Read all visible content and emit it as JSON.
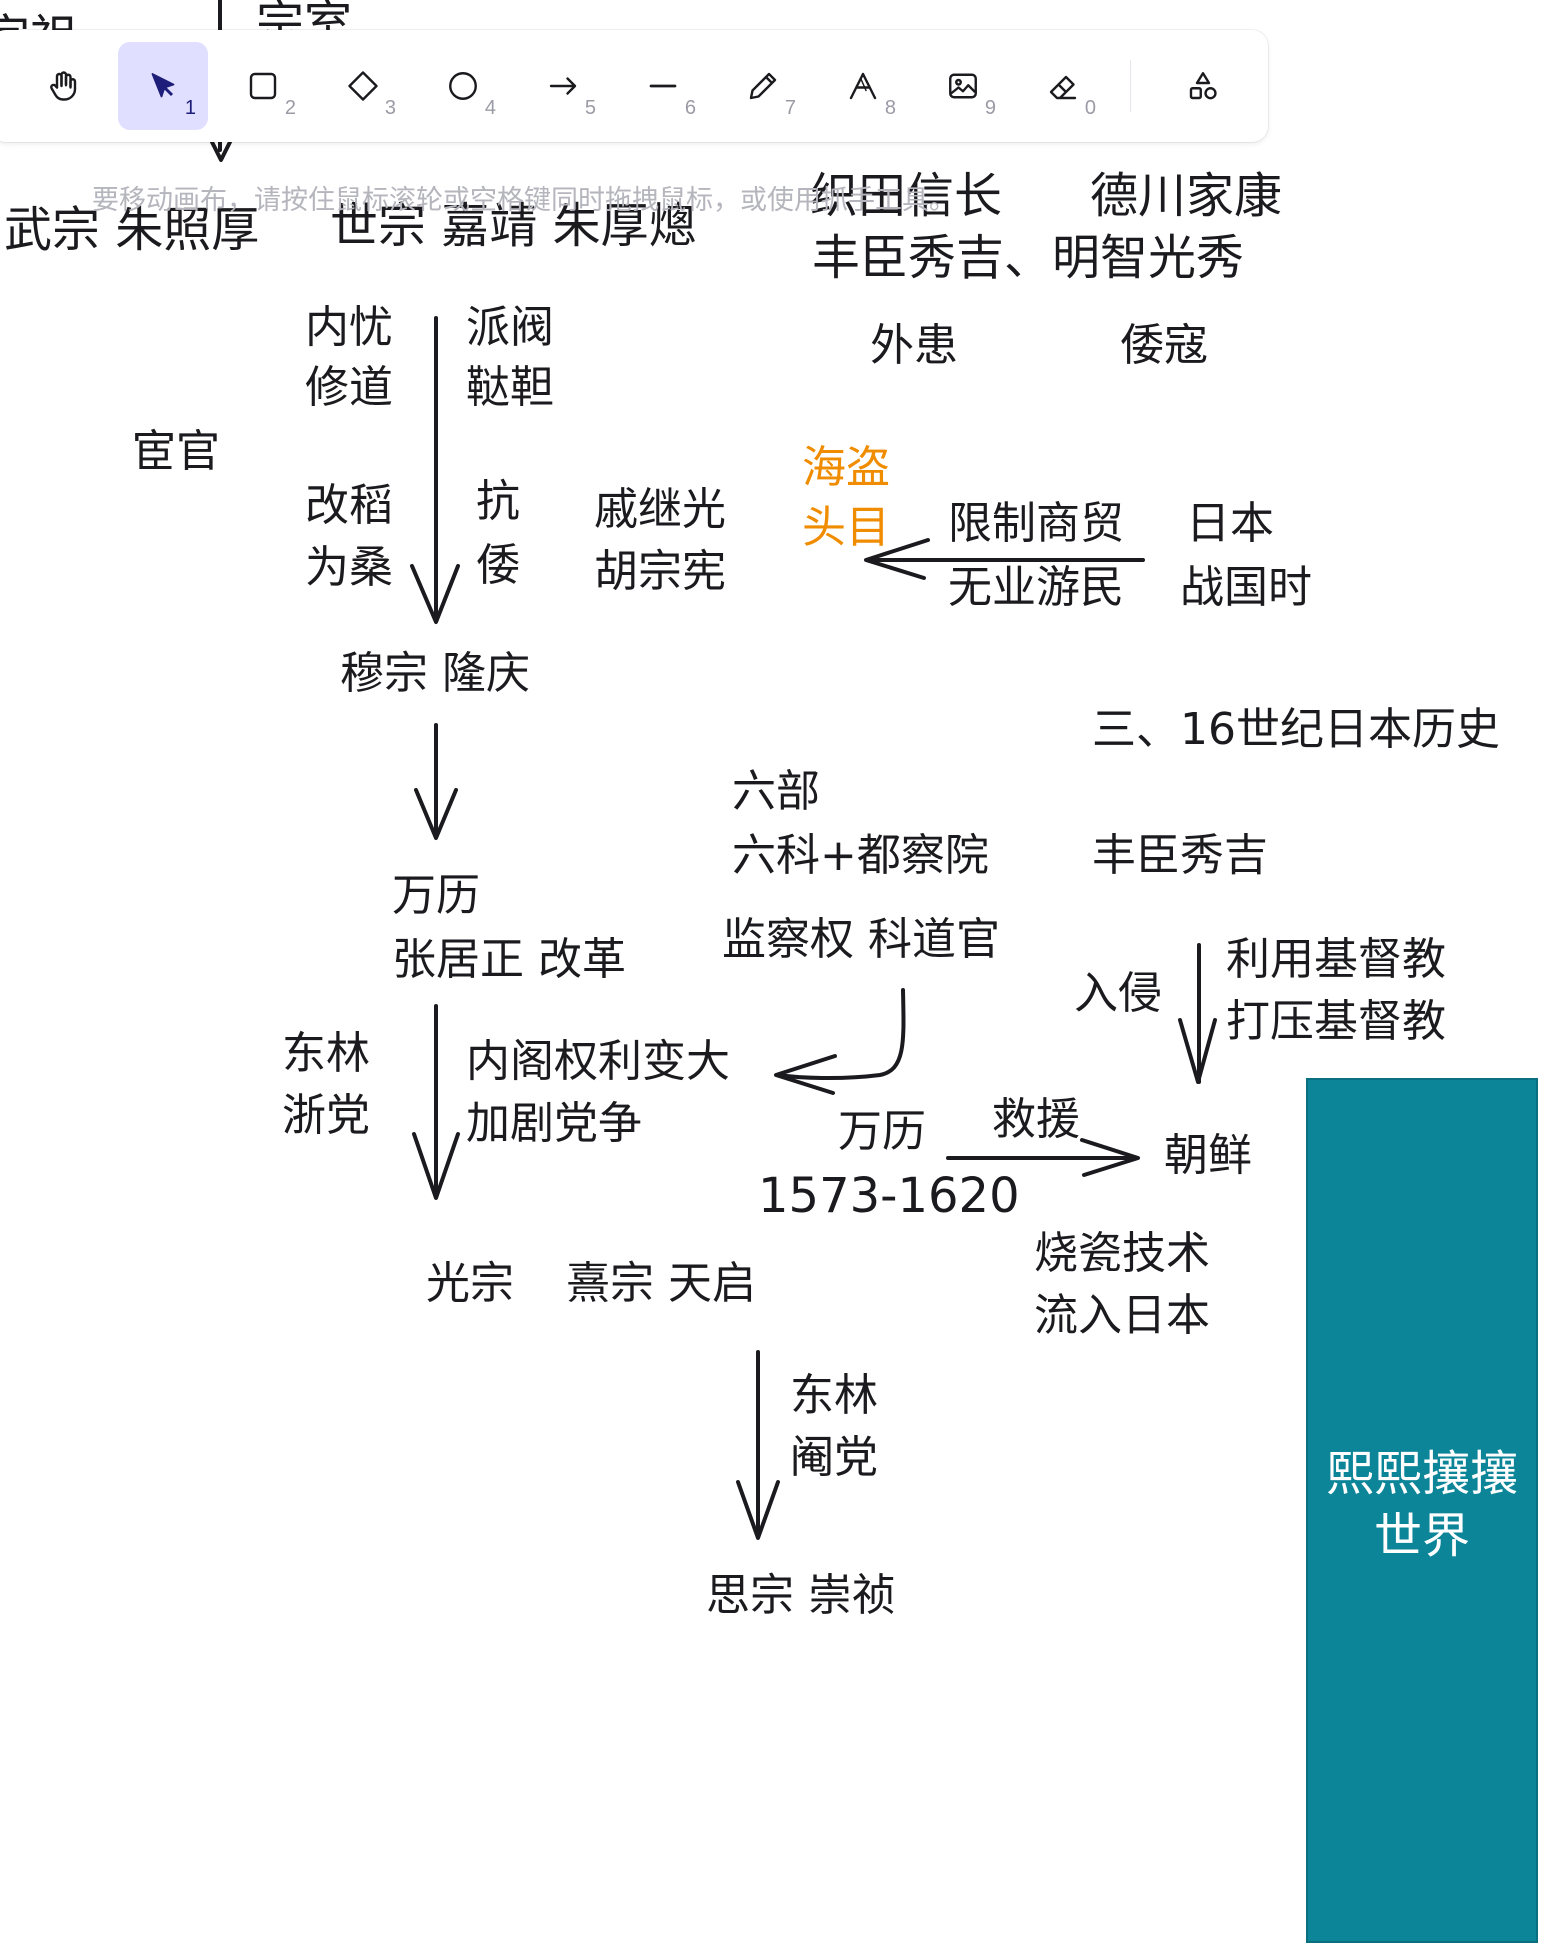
{
  "toolbar": {
    "tools": [
      {
        "name": "hand",
        "key": ""
      },
      {
        "name": "selection",
        "key": "1"
      },
      {
        "name": "rectangle",
        "key": "2"
      },
      {
        "name": "diamond",
        "key": "3"
      },
      {
        "name": "ellipse",
        "key": "4"
      },
      {
        "name": "arrow",
        "key": "5"
      },
      {
        "name": "line",
        "key": "6"
      },
      {
        "name": "draw",
        "key": "7"
      },
      {
        "name": "text",
        "key": "8"
      },
      {
        "name": "image",
        "key": "9"
      },
      {
        "name": "eraser",
        "key": "0"
      },
      {
        "name": "more-tools",
        "key": ""
      }
    ],
    "active_tool": "selection"
  },
  "hint": "要移动画布，请按住鼠标滚轮或空格键同时拖拽鼠标，或使用抓手工具。",
  "canvas": {
    "top_cut_left": "宗祖",
    "top_cut": "宗室",
    "wuzong": "武宗 朱照厚",
    "shizong": "世宗 嘉靖 朱厚熜",
    "oda": "织田信长",
    "tokugawa": "德川家康",
    "toyotomi_akechi": "丰臣秀吉、明智光秀",
    "neiyou": "内忧",
    "xiudao": "修道",
    "paifa": "派阀",
    "dada": "鞑靼",
    "waihuan": "外患",
    "wokou": "倭寇",
    "huanguan": "宦官",
    "haidao": "海盗",
    "toumu": "头目",
    "gaidao": "改稻",
    "weisang": "为桑",
    "kang": "抗",
    "wo": "倭",
    "qijiguang": "戚继光",
    "huzongxian": "胡宗宪",
    "xianzhi": "限制商贸",
    "wuye": "无业游民",
    "riben": "日本",
    "zhanguo": "战国时",
    "muzong": "穆宗 隆庆",
    "section3": "三、16世纪日本历史",
    "liubu": "六部",
    "liuke": "六科+都察院",
    "toyotomi": "丰臣秀吉",
    "wanli": "万历",
    "zhangjuzheng": "张居正 改革",
    "jianchaquan": "监察权 科道官",
    "ruqin": "入侵",
    "liyong": "利用基督教",
    "daya": "打压基督教",
    "donglin": "东林",
    "zhedang": "浙党",
    "neige": "内阁权利变大",
    "jiaju": "加剧党争",
    "wanli2": "万历",
    "jiuyuan": "救援",
    "chaoxian": "朝鲜",
    "years": "1573-1620",
    "shaoci": "烧瓷技术",
    "liuru": "流入日本",
    "guangzong": "光宗",
    "xizong": "熹宗 天启",
    "donglin2": "东林",
    "yandang": "阉党",
    "sizong": "思宗 崇祯",
    "teal_line1": "熙熙攘攘",
    "teal_line2": "世界"
  },
  "colors": {
    "ink": "#1b1b1f",
    "orange": "#f08c00",
    "teal": "#0c8599",
    "toolbar_active": "#e0dfff",
    "selection_icon": "#1e1e7a"
  }
}
